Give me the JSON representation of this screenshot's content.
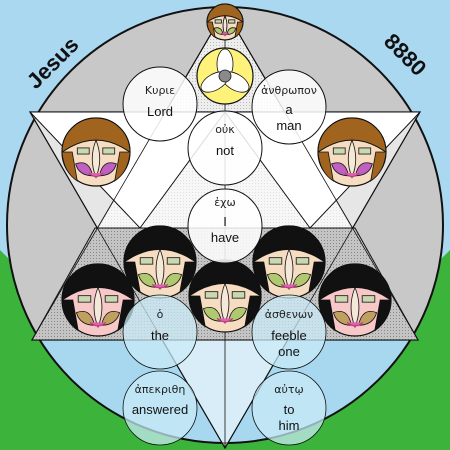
{
  "corner_left": "Jesus",
  "corner_right": "8880",
  "colors": {
    "sky": "#aad8f0",
    "grass": "#3cb43c",
    "disc_top": "#c8c8c8",
    "water": "#a8d8f0",
    "face_brown": "#a0641e",
    "face_black": "#111111"
  },
  "words": [
    {
      "greek": "Κυριε",
      "english": [
        "Lord"
      ]
    },
    {
      "greek": "ἀνθρωπον",
      "english": [
        "a",
        "man"
      ]
    },
    {
      "greek": "οὐκ",
      "english": [
        "not"
      ]
    },
    {
      "greek": "ἐχω",
      "english": [
        "I",
        "have"
      ]
    },
    {
      "greek": "ὁ",
      "english": [
        "the"
      ]
    },
    {
      "greek": "ἀσθενων",
      "english": [
        "feeble",
        "one"
      ]
    },
    {
      "greek": "ἀπεκριθη",
      "english": [
        "answered"
      ]
    },
    {
      "greek": "αὐτῳ",
      "english": [
        "to",
        "him"
      ]
    }
  ]
}
